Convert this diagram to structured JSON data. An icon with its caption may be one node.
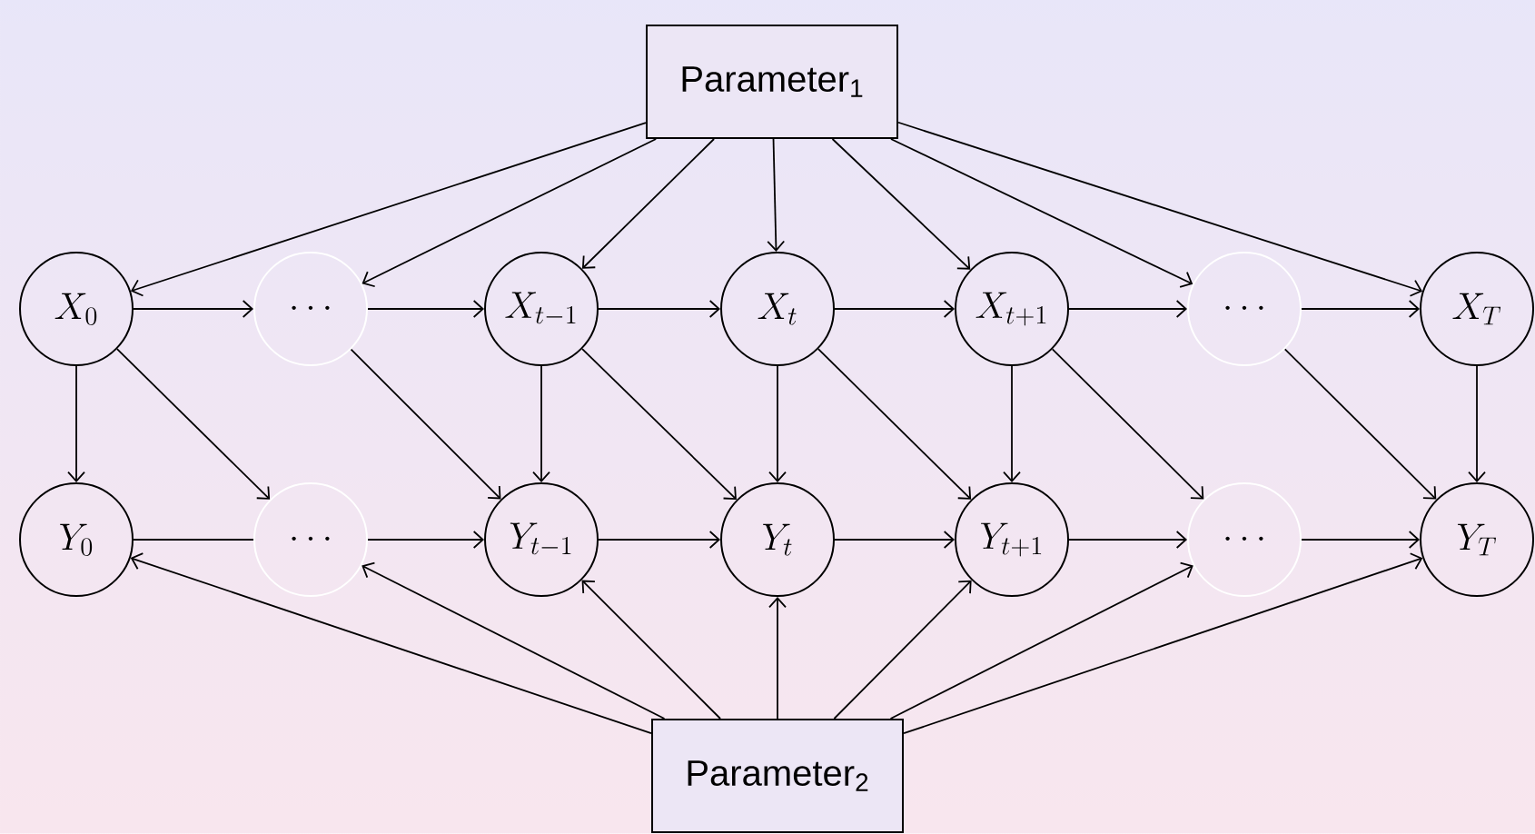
{
  "diagram": {
    "nodes": [
      {
        "text": [
          "Parameter$_{1}$"
        ]
      },
      {
        "text": [
          "X_0"
        ]
      },
      {
        "text": [
          "\\cdots"
        ]
      },
      {
        "text": [
          "X_{t-1}"
        ]
      },
      {
        "text": [
          "X_t"
        ]
      },
      {
        "text": [
          "X_{t+1}"
        ]
      },
      {
        "text": [
          "\\cdots"
        ]
      },
      {
        "text": [
          "X_T"
        ]
      },
      {
        "text": [
          "Y_0"
        ]
      },
      {
        "text": [
          "\\cdots"
        ]
      },
      {
        "text": [
          "Y_{t-1}"
        ]
      },
      {
        "text": [
          "Y_t"
        ]
      },
      {
        "text": [
          "Y_{t+1}"
        ]
      },
      {
        "text": [
          "\\cdots"
        ]
      },
      {
        "text": [
          "Y_T"
        ]
      },
      {
        "text": [
          "Parameter$_{2}$"
        ]
      }
    ],
    "edges": [
      {
        "from": 0,
        "to": 1,
        "arrow": "to"
      },
      {
        "from": 0,
        "to": 2,
        "arrow": "to"
      },
      {
        "from": 0,
        "to": 3,
        "arrow": "to"
      },
      {
        "from": 0,
        "to": 4,
        "arrow": "to"
      },
      {
        "from": 0,
        "to": 5,
        "arrow": "to"
      },
      {
        "from": 0,
        "to": 6,
        "arrow": "to"
      },
      {
        "from": 0,
        "to": 7,
        "arrow": "to"
      },
      {
        "from": 1,
        "to": 2,
        "arrow": "to"
      },
      {
        "from": 2,
        "to": 3,
        "arrow": "to"
      },
      {
        "from": 3,
        "to": 4,
        "arrow": "to"
      },
      {
        "from": 4,
        "to": 5,
        "arrow": "to"
      },
      {
        "from": 5,
        "to": 6,
        "arrow": "to"
      },
      {
        "from": 6,
        "to": 7,
        "arrow": "to"
      },
      {
        "from": 1,
        "to": 8,
        "arrow": "to"
      },
      {
        "from": 3,
        "to": 10,
        "arrow": "to"
      },
      {
        "from": 4,
        "to": 11,
        "arrow": "to"
      },
      {
        "from": 5,
        "to": 12,
        "arrow": "to"
      },
      {
        "from": 7,
        "to": 14,
        "arrow": "to"
      },
      {
        "from": 1,
        "to": 9,
        "arrow": "to"
      },
      {
        "from": 2,
        "to": 10,
        "arrow": "to"
      },
      {
        "from": 3,
        "to": 11,
        "arrow": "to"
      },
      {
        "from": 4,
        "to": 12,
        "arrow": "to"
      },
      {
        "from": 5,
        "to": 13,
        "arrow": "to"
      },
      {
        "from": 6,
        "to": 14,
        "arrow": "to"
      },
      {
        "from": 8,
        "to": 9,
        "arrow": "none"
      },
      {
        "from": 9,
        "to": 10,
        "arrow": "to"
      },
      {
        "from": 10,
        "to": 11,
        "arrow": "to"
      },
      {
        "from": 11,
        "to": 12,
        "arrow": "to"
      },
      {
        "from": 12,
        "to": 13,
        "arrow": "to"
      },
      {
        "from": 13,
        "to": 14,
        "arrow": "to"
      },
      {
        "from": 15,
        "to": 8,
        "arrow": "to"
      },
      {
        "from": 15,
        "to": 9,
        "arrow": "to"
      },
      {
        "from": 15,
        "to": 10,
        "arrow": "to"
      },
      {
        "from": 15,
        "to": 11,
        "arrow": "to"
      },
      {
        "from": 15,
        "to": 12,
        "arrow": "to"
      },
      {
        "from": 15,
        "to": 13,
        "arrow": "to"
      },
      {
        "from": 15,
        "to": 14,
        "arrow": "to"
      }
    ]
  }
}
